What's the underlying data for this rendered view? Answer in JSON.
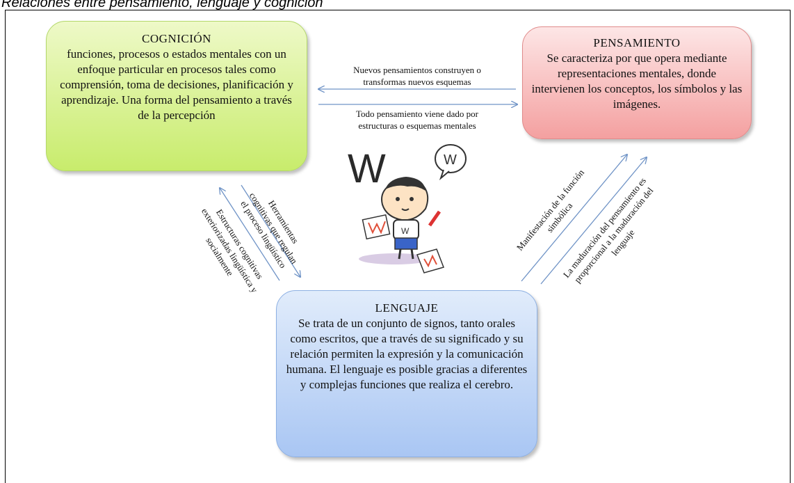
{
  "caption": "Relaciones entre pensamiento, lenguaje y cognición",
  "nodes": {
    "cognicion": {
      "title": "COGNICIÓN",
      "body": "funciones, procesos o estados mentales con un enfoque particular en procesos tales como comprensión, toma de decisiones, planificación y aprendizaje. Una forma del pensamiento a través de la percepción"
    },
    "pensamiento": {
      "title": "PENSAMIENTO",
      "body": "Se caracteriza por que opera mediante representaciones mentales, donde intervienen los conceptos, los símbolos y las imágenes."
    },
    "lenguaje": {
      "title": "LENGUAJE",
      "body": "Se trata de un conjunto de signos, tanto orales como escritos, que a través de su significado y su relación permiten la expresión y la comunicación humana. El lenguaje es posible gracias a diferentes y complejas funciones que realiza el cerebro."
    }
  },
  "edges": {
    "pen_to_cog": {
      "line1": "Nuevos pensamientos construyen o",
      "line2": "transformas nuevos esquemas"
    },
    "cog_to_pen": {
      "line1": "Todo pensamiento viene dado por",
      "line2": "estructuras o esquemas mentales"
    },
    "cog_to_len": {
      "line1": "Herramientas",
      "line2": "cognitivas que regulan",
      "line3": "el proceso lingüístico"
    },
    "len_to_cog": {
      "line1": "Estructuras cognitivas",
      "line2": "exteriorizadas lingüística y",
      "line3": "socialmente"
    },
    "len_to_pen_a": {
      "line1": "Manifestación de la función",
      "line2": "simbólica"
    },
    "len_to_pen_b": {
      "line1": "La maduración del pensamiento es",
      "line2": "proporcional a la maduración del",
      "line3": "lenguaje"
    }
  },
  "colors": {
    "cognicion_fill": "#c8ec6c",
    "pensamiento_fill": "#f4a0a0",
    "lenguaje_fill": "#a9c6f3",
    "arrow": "#6f93c6"
  },
  "illustration": {
    "letter": "W",
    "bubble_letter": "W",
    "shirt_letter": "W"
  }
}
